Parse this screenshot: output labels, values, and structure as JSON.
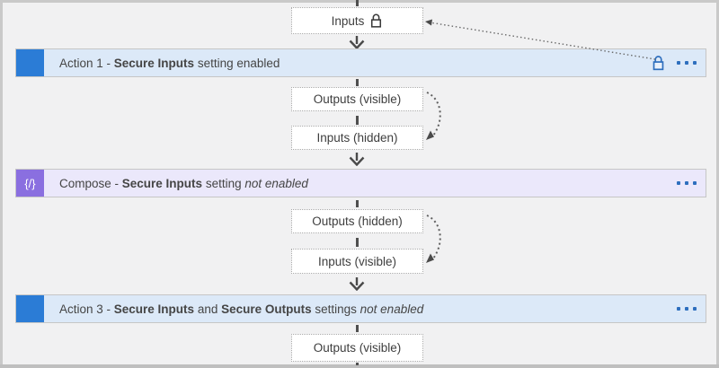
{
  "diagram_title": "Secure inputs and outputs workflow diagram",
  "colors": {
    "action_accent": "#2b7cd6",
    "compose_accent": "#8a6fe0",
    "secure_icon_blue": "#2e6fbe",
    "action_row_bg": "#dce9f8",
    "compose_row_bg": "#ebe8fb",
    "canvas_bg": "#f1f1f2"
  },
  "top_node": {
    "label": "Inputs",
    "icon": "lock-icon"
  },
  "rows": {
    "action1": {
      "prefix": "Action 1 - ",
      "bold1": "Secure Inputs",
      "text1": " setting enabled",
      "right_icons": [
        "lock-icon",
        "more-options-icon"
      ]
    },
    "compose": {
      "icon_glyph": "{/}",
      "prefix": "Compose - ",
      "bold1": "Secure Inputs",
      "text1": " setting ",
      "italic1": "not enabled",
      "right_icons": [
        "more-options-icon"
      ]
    },
    "action3": {
      "prefix": "Action 3 - ",
      "bold1": "Secure Inputs",
      "text1": " and ",
      "bold2": "Secure Outputs",
      "text2": " settings ",
      "italic1": "not enabled",
      "right_icons": [
        "more-options-icon"
      ]
    }
  },
  "io_nodes": {
    "outputs_visible_1": "Outputs (visible)",
    "inputs_hidden": "Inputs (hidden)",
    "outputs_hidden": "Outputs (hidden)",
    "inputs_visible": "Inputs (visible)",
    "outputs_visible_2": "Outputs (visible)"
  }
}
